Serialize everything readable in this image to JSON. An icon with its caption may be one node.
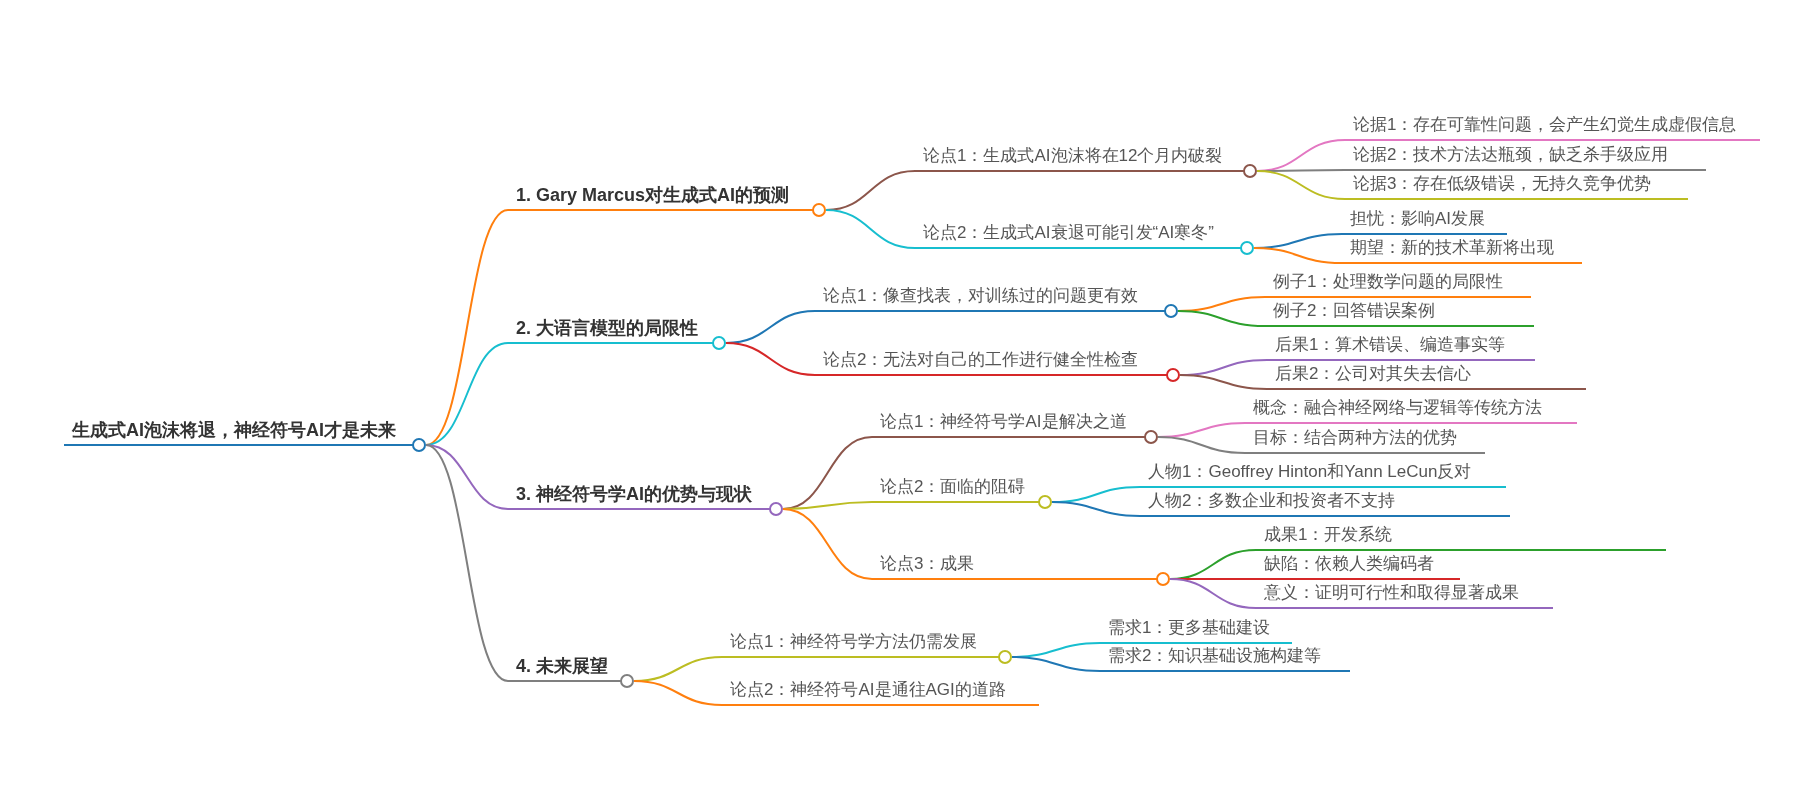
{
  "diagram": {
    "nodes": [
      {
        "text": [
          "生成式AI泡沫将退，神经符号AI才是未来"
        ]
      },
      {
        "text": [
          "1. Gary Marcus对生成式AI的预测"
        ]
      },
      {
        "text": [
          "论点1：生成式AI泡沫将在12个月内破裂"
        ]
      },
      {
        "text": [
          "论据1：存在可靠性问题，会产生幻觉生成虚假信息"
        ]
      },
      {
        "text": [
          "论据2：技术方法达瓶颈，缺乏杀手级应用"
        ]
      },
      {
        "text": [
          "论据3：存在低级错误，无持久竞争优势"
        ]
      },
      {
        "text": [
          "论点2：生成式AI衰退可能引发“AI寒冬”"
        ]
      },
      {
        "text": [
          "担忧：影响AI发展"
        ]
      },
      {
        "text": [
          "期望：新的技术革新将出现"
        ]
      },
      {
        "text": [
          "2. 大语言模型的局限性"
        ]
      },
      {
        "text": [
          "论点1：像查找表，对训练过的问题更有效"
        ]
      },
      {
        "text": [
          "例子1：处理数学问题的局限性"
        ]
      },
      {
        "text": [
          "例子2：回答错误案例"
        ]
      },
      {
        "text": [
          "论点2：无法对自己的工作进行健全性检查"
        ]
      },
      {
        "text": [
          "后果1：算术错误、编造事实等"
        ]
      },
      {
        "text": [
          "后果2：公司对其失去信心"
        ]
      },
      {
        "text": [
          "3. 神经符号学AI的优势与现状"
        ]
      },
      {
        "text": [
          "论点1：神经符号学AI是解决之道"
        ]
      },
      {
        "text": [
          "概念：融合神经网络与逻辑等传统方法"
        ]
      },
      {
        "text": [
          "目标：结合两种方法的优势"
        ]
      },
      {
        "text": [
          "论点2：面临的阻碍"
        ]
      },
      {
        "text": [
          "人物1：Geoffrey Hinton和Yann LeCun反对"
        ]
      },
      {
        "text": [
          "人物2：多数企业和投资者不支持"
        ]
      },
      {
        "text": [
          "论点3：成果"
        ]
      },
      {
        "text": [
          "成果1：开发系统"
        ]
      },
      {
        "text": [
          "缺陷：依赖人类编码者"
        ]
      },
      {
        "text": [
          "意义：证明可行性和取得显著成果"
        ]
      },
      {
        "text": [
          "4. 未来展望"
        ]
      },
      {
        "text": [
          "论点1：神经符号学方法仍需发展"
        ]
      },
      {
        "text": [
          "需求1：更多基础建设"
        ]
      },
      {
        "text": [
          "需求2：知识基础设施构建等"
        ]
      },
      {
        "text": [
          "论点2：神经符号AI是通往AGI的道路"
        ]
      }
    ],
    "edges": [
      {
        "from": 0,
        "to": 1,
        "arrow": "none"
      },
      {
        "from": 1,
        "to": 2,
        "arrow": "none",
        "color": "#8c564b"
      },
      {
        "from": 2,
        "to": 3,
        "arrow": "none",
        "color": "#e377c2"
      },
      {
        "from": 2,
        "to": 4,
        "arrow": "none",
        "color": "#7f7f7f"
      },
      {
        "from": 2,
        "to": 5,
        "arrow": "none",
        "color": "#bcbd22"
      },
      {
        "from": 1,
        "to": 6,
        "arrow": "none",
        "color": "#17becf"
      },
      {
        "from": 6,
        "to": 7,
        "arrow": "none",
        "color": "#1f77b4"
      },
      {
        "from": 6,
        "to": 8,
        "arrow": "none"
      },
      {
        "from": 0,
        "to": 9,
        "arrow": "none",
        "color": "#17becf"
      },
      {
        "from": 9,
        "to": 10,
        "arrow": "none",
        "color": "#1f77b4"
      },
      {
        "from": 10,
        "to": 11,
        "arrow": "none"
      },
      {
        "from": 10,
        "to": 12,
        "arrow": "none",
        "color": "#2ca02c"
      },
      {
        "from": 9,
        "to": 13,
        "arrow": "none",
        "color": "#d62728"
      },
      {
        "from": 13,
        "to": 14,
        "arrow": "none",
        "color": "#9467bd"
      },
      {
        "from": 13,
        "to": 15,
        "arrow": "none",
        "color": "#8c564b"
      },
      {
        "from": 0,
        "to": 16,
        "arrow": "none",
        "color": "#9467bd"
      },
      {
        "from": 16,
        "to": 17,
        "arrow": "none",
        "color": "#8c564b"
      },
      {
        "from": 17,
        "to": 18,
        "arrow": "none",
        "color": "#e377c2"
      },
      {
        "from": 17,
        "to": 19,
        "arrow": "none",
        "color": "#7f7f7f"
      },
      {
        "from": 16,
        "to": 20,
        "arrow": "none",
        "color": "#bcbd22"
      },
      {
        "from": 20,
        "to": 21,
        "arrow": "none",
        "color": "#17becf"
      },
      {
        "from": 20,
        "to": 22,
        "arrow": "none",
        "color": "#1f77b4"
      },
      {
        "from": 16,
        "to": 23,
        "arrow": "none"
      },
      {
        "from": 23,
        "to": 24,
        "arrow": "none",
        "color": "#2ca02c"
      },
      {
        "from": 23,
        "to": 25,
        "arrow": "none",
        "color": "#d62728"
      },
      {
        "from": 23,
        "to": 26,
        "arrow": "none",
        "color": "#9467bd"
      },
      {
        "from": 0,
        "to": 27,
        "arrow": "none",
        "color": "#7f7f7f"
      },
      {
        "from": 27,
        "to": 28,
        "arrow": "none",
        "color": "#bcbd22"
      },
      {
        "from": 28,
        "to": 29,
        "arrow": "none",
        "color": "#17becf"
      },
      {
        "from": 28,
        "to": 30,
        "arrow": "none",
        "color": "#1f77b4"
      },
      {
        "from": 27,
        "to": 31,
        "arrow": "none"
      }
    ]
  }
}
